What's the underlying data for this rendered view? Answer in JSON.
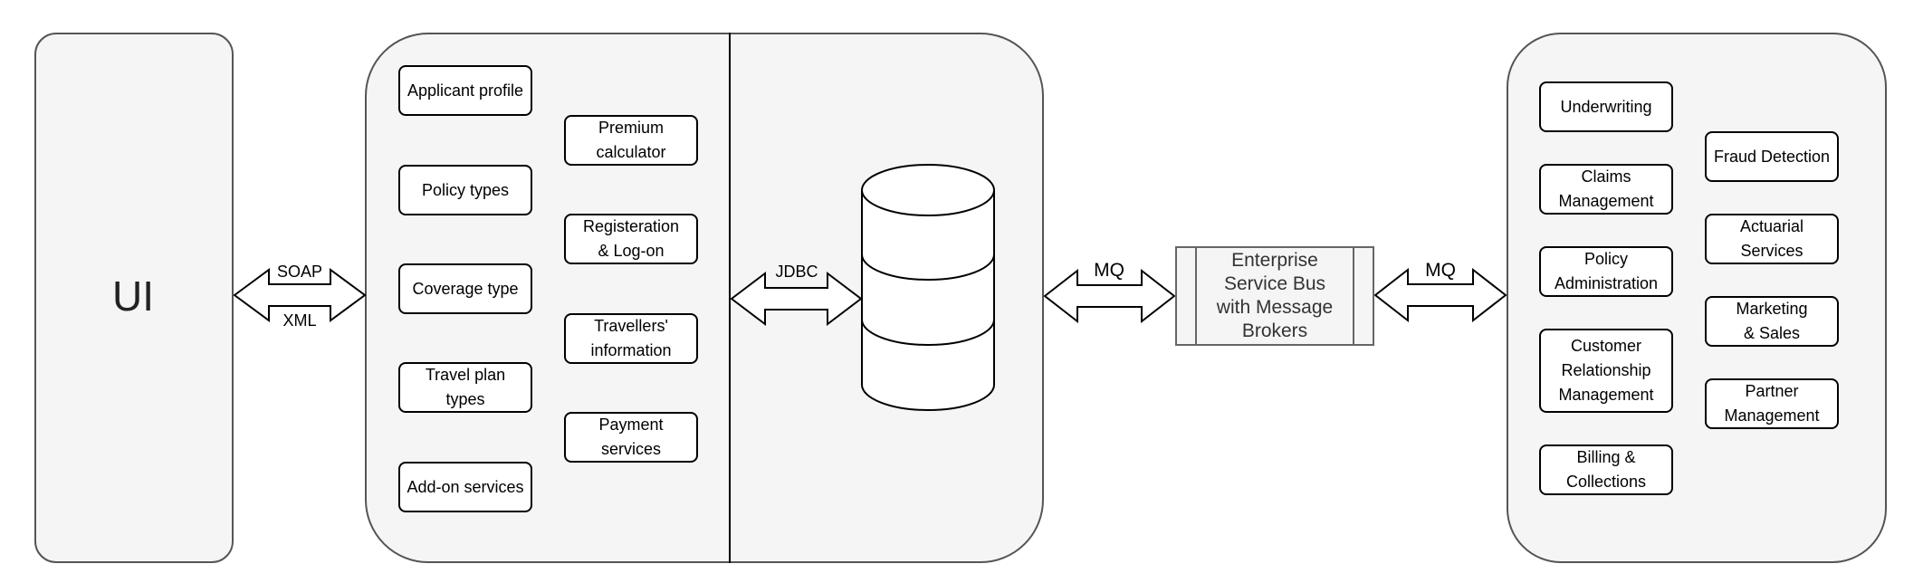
{
  "ui_panel": {
    "title": "UI"
  },
  "protocols": {
    "soap": "SOAP",
    "xml": "XML",
    "jdbc": "JDBC",
    "mq_left": "MQ",
    "mq_right": "MQ"
  },
  "app_modules": {
    "left_column": [
      "Applicant profile",
      "Policy types",
      "Coverage type",
      "Travel plan types",
      "Add-on services"
    ],
    "right_column": [
      "Premium\ncalculator",
      "Registeration\n& Log-on",
      "Travellers'\ninformation",
      "Payment\nservices"
    ]
  },
  "esb": {
    "label": "Enterprise\nService Bus\nwith Message\nBrokers"
  },
  "backend_modules": {
    "left_column": [
      "Underwriting",
      "Claims\nManagement",
      "Policy\nAdministration",
      "Customer\nRelationship\nManagement",
      "Billing &\nCollections"
    ],
    "right_column": [
      "Fraud Detection",
      "Actuarial\nServices",
      "Marketing\n& Sales",
      "Partner\nManagement"
    ]
  },
  "colors": {
    "panel_fill": "#f5f5f5",
    "stroke": "#000000",
    "panel_stroke": "#555555"
  }
}
